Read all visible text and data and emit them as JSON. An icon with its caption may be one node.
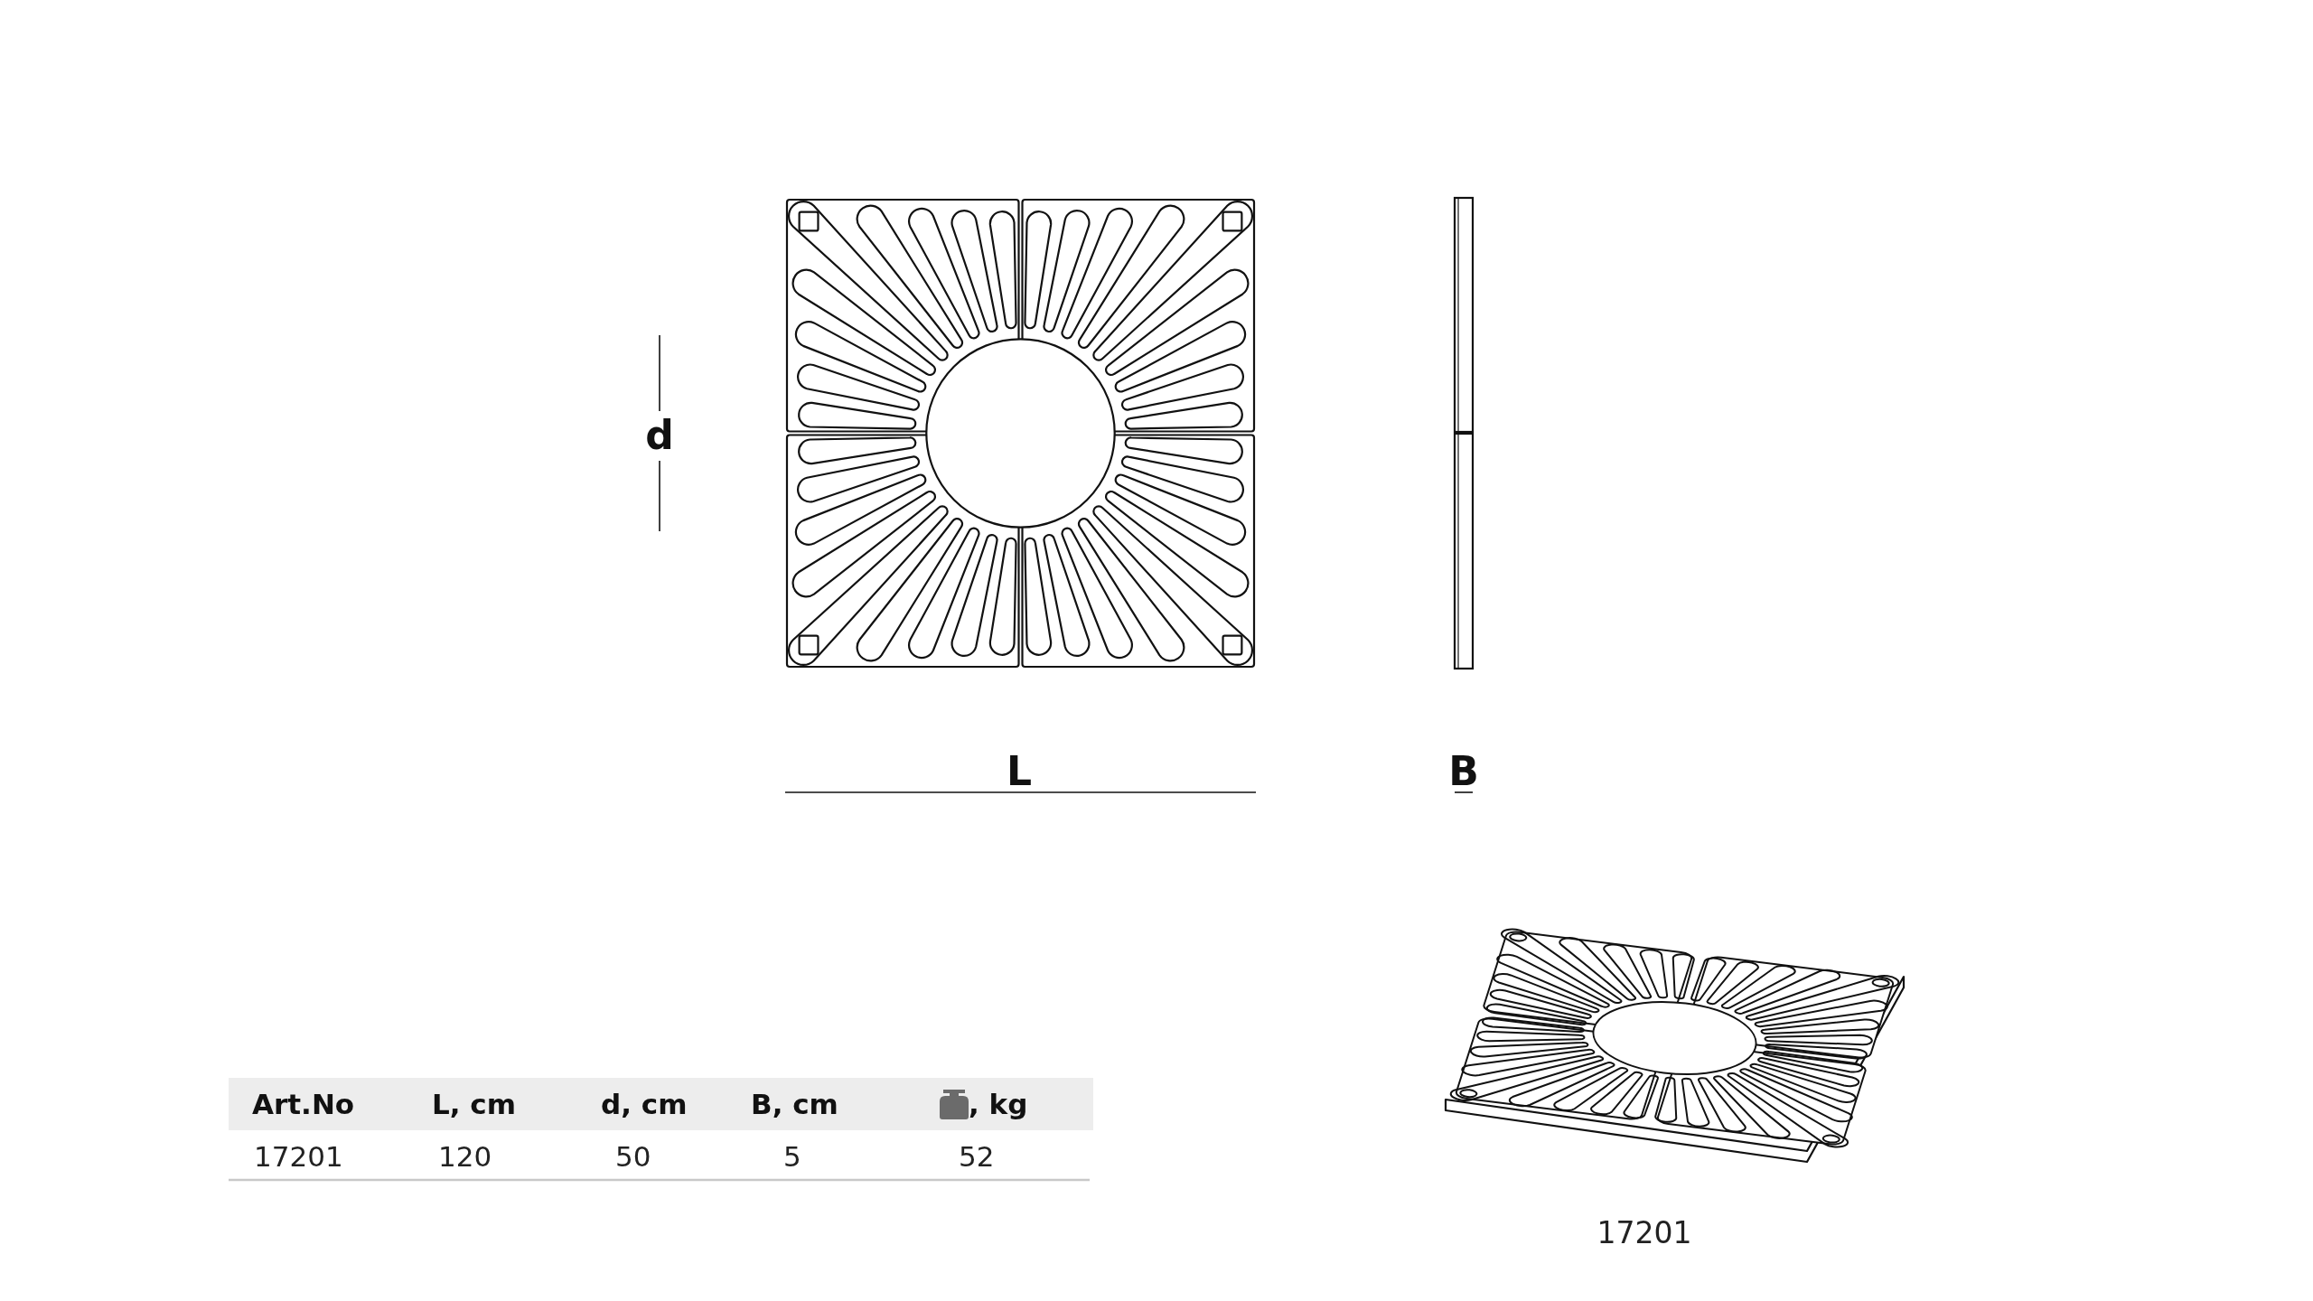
{
  "diagram": {
    "labels": [
      "d",
      "L",
      "B",
      "Art.No",
      "L, cm",
      "d, cm",
      "B, cm",
      ", kg",
      "17201",
      "120",
      "50",
      "5",
      "52",
      "17201"
    ]
  }
}
